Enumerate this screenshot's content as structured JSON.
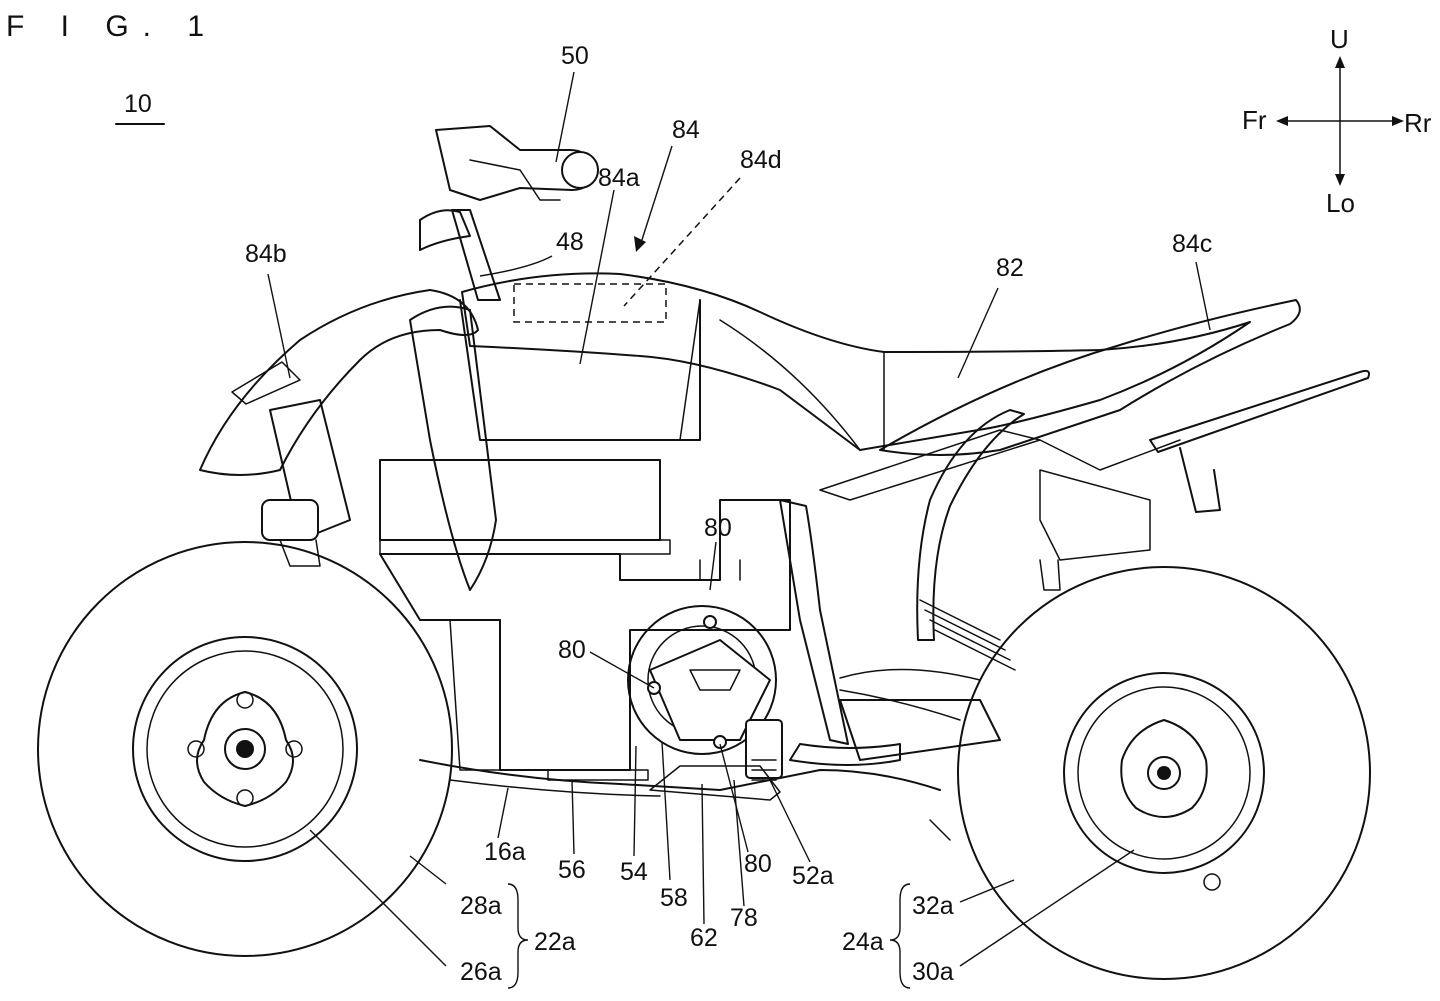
{
  "figure": {
    "title": "F I G. 1",
    "reference": "10"
  },
  "orientation": {
    "up": "U",
    "down": "Lo",
    "front": "Fr",
    "rear": "Rr"
  },
  "labels": {
    "l50": "50",
    "l84": "84",
    "l84a": "84a",
    "l84d": "84d",
    "l84b": "84b",
    "l48": "48",
    "l82": "82",
    "l84c": "84c",
    "l80_top": "80",
    "l80_left": "80",
    "l80_bottom": "80",
    "l16a": "16a",
    "l56": "56",
    "l54": "54",
    "l58": "58",
    "l62": "62",
    "l78": "78",
    "l52a": "52a",
    "l28a": "28a",
    "l26a": "26a",
    "l22a": "22a",
    "l32a": "32a",
    "l30a": "30a",
    "l24a": "24a"
  }
}
